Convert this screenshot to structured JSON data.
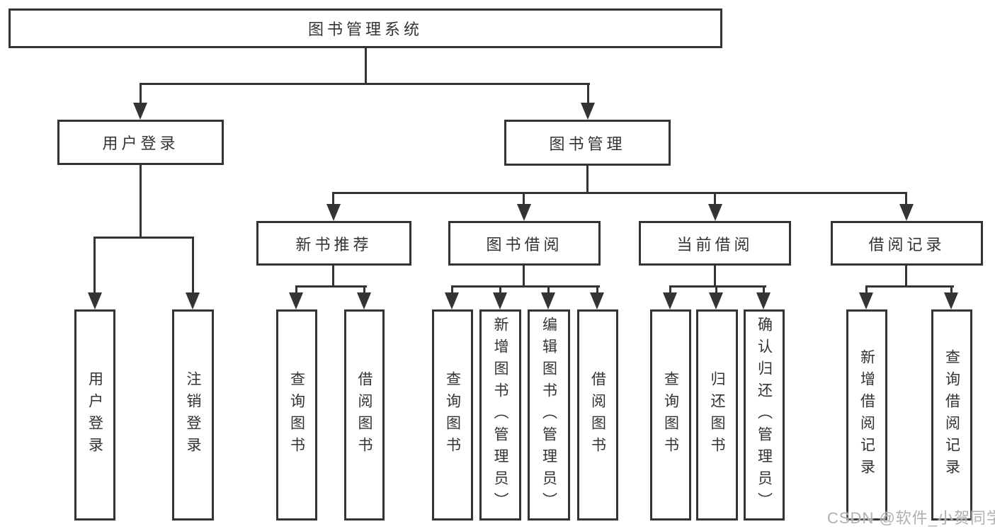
{
  "diagram": {
    "root": {
      "label": "图书管理系统"
    },
    "login": {
      "label": "用户登录",
      "children": [
        "用户登录",
        "注销登录"
      ]
    },
    "management": {
      "label": "图书管理",
      "sections": [
        {
          "label": "新书推荐",
          "children": [
            "查询图书",
            "借阅图书"
          ]
        },
        {
          "label": "图书借阅",
          "children": [
            "查询图书",
            "新增图书（管理员）",
            "编辑图书（管理员）",
            "借阅图书"
          ]
        },
        {
          "label": "当前借阅",
          "children": [
            "查询图书",
            "归还图书",
            "确认归还（管理员）"
          ]
        },
        {
          "label": "借阅记录",
          "children": [
            "新增借阅记录",
            "查询借阅记录"
          ]
        }
      ]
    }
  },
  "watermark": {
    "text": "CSDN @软件_小贺同学"
  }
}
